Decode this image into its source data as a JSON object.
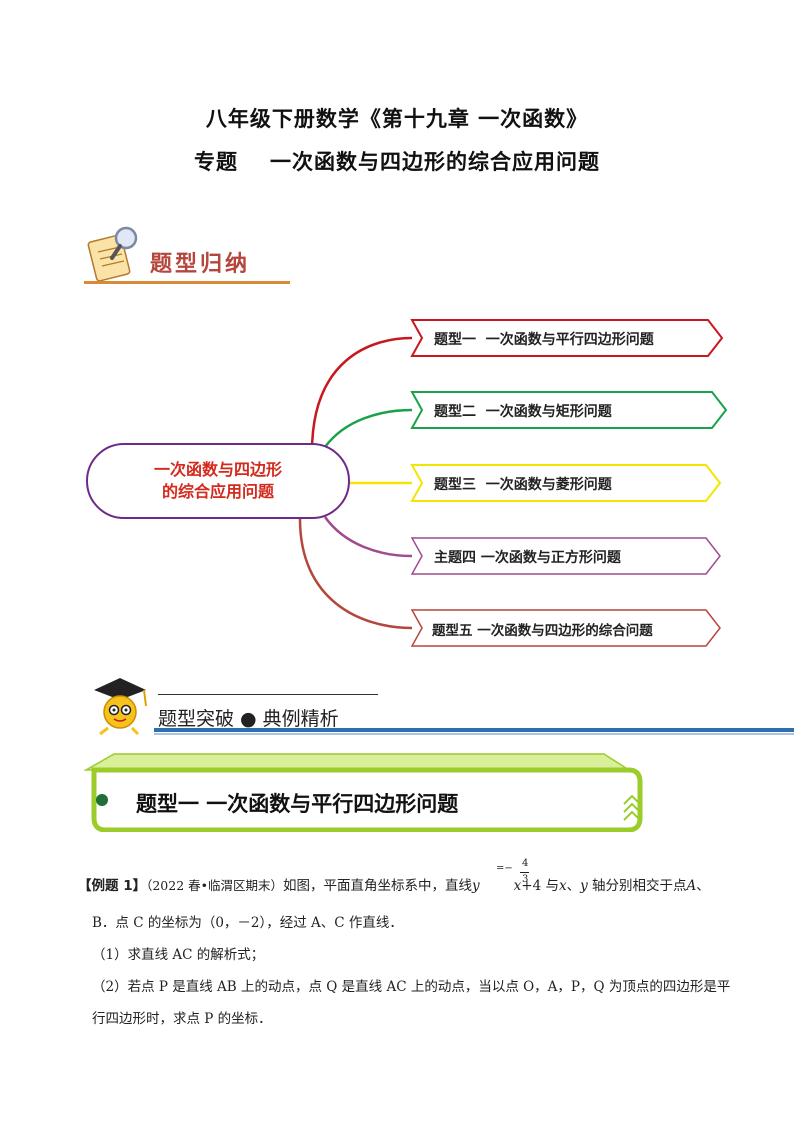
{
  "header": {
    "title_line1": "八年级下册数学《第十九章    一次函数》",
    "title_prefix": "专题",
    "title_main": "一次函数与四边形的综合应用问题"
  },
  "section1": {
    "label": "题型归纳",
    "icon": "notepad-magnifier-icon",
    "accent": "#b5463c"
  },
  "mindmap": {
    "center_line1": "一次函数与四边形",
    "center_line2": "的综合应用问题",
    "nodes": [
      {
        "label": "题型一  一次函数与平行四边形问题",
        "color": "#c8171e"
      },
      {
        "label": "题型二  一次函数与矩形问题",
        "color": "#1aa14a"
      },
      {
        "label": "题型三  一次函数与菱形问题",
        "color": "#f2e600"
      },
      {
        "label": "主题四 一次函数与正方形问题",
        "color": "#a14a8d"
      },
      {
        "label": "题型五 一次函数与四边形的综合问题",
        "color": "#b5463c"
      }
    ]
  },
  "section2": {
    "label": "题型突破 ● 典例精析",
    "icon": "graduate-mascot-icon",
    "accent": "#2e6fb0"
  },
  "banner": {
    "label": "题型一  一次函数与平行四边形问题",
    "color": "#9bcc2a"
  },
  "example": {
    "tag": "【例题 1】",
    "source": "（2022 春•临渭区期末）",
    "line1_a": "如图，平面直角坐标系中，直线",
    "line1_y": "y",
    "line1_eq": "=−",
    "frac_num": "4",
    "frac_den": "3",
    "line1_x": "x",
    "line1_b": "+4 与",
    "line1_c": "x",
    "line1_d": "、",
    "line1_e": "y",
    "line1_f": " 轴分别相交于点",
    "line1_g": "A",
    "line1_h": "、",
    "line2": "B．点 C 的坐标为（0，－2），经过 A、C 作直线．",
    "q1": "（1）求直线 AC 的解析式；",
    "q2": "（2）若点 P 是直线 AB 上的动点，点 Q 是直线 AC 上的动点，当以点 O，A，P，Q 为顶点的四边形是平",
    "q2b": "行四边形时，求点 P 的坐标．"
  }
}
